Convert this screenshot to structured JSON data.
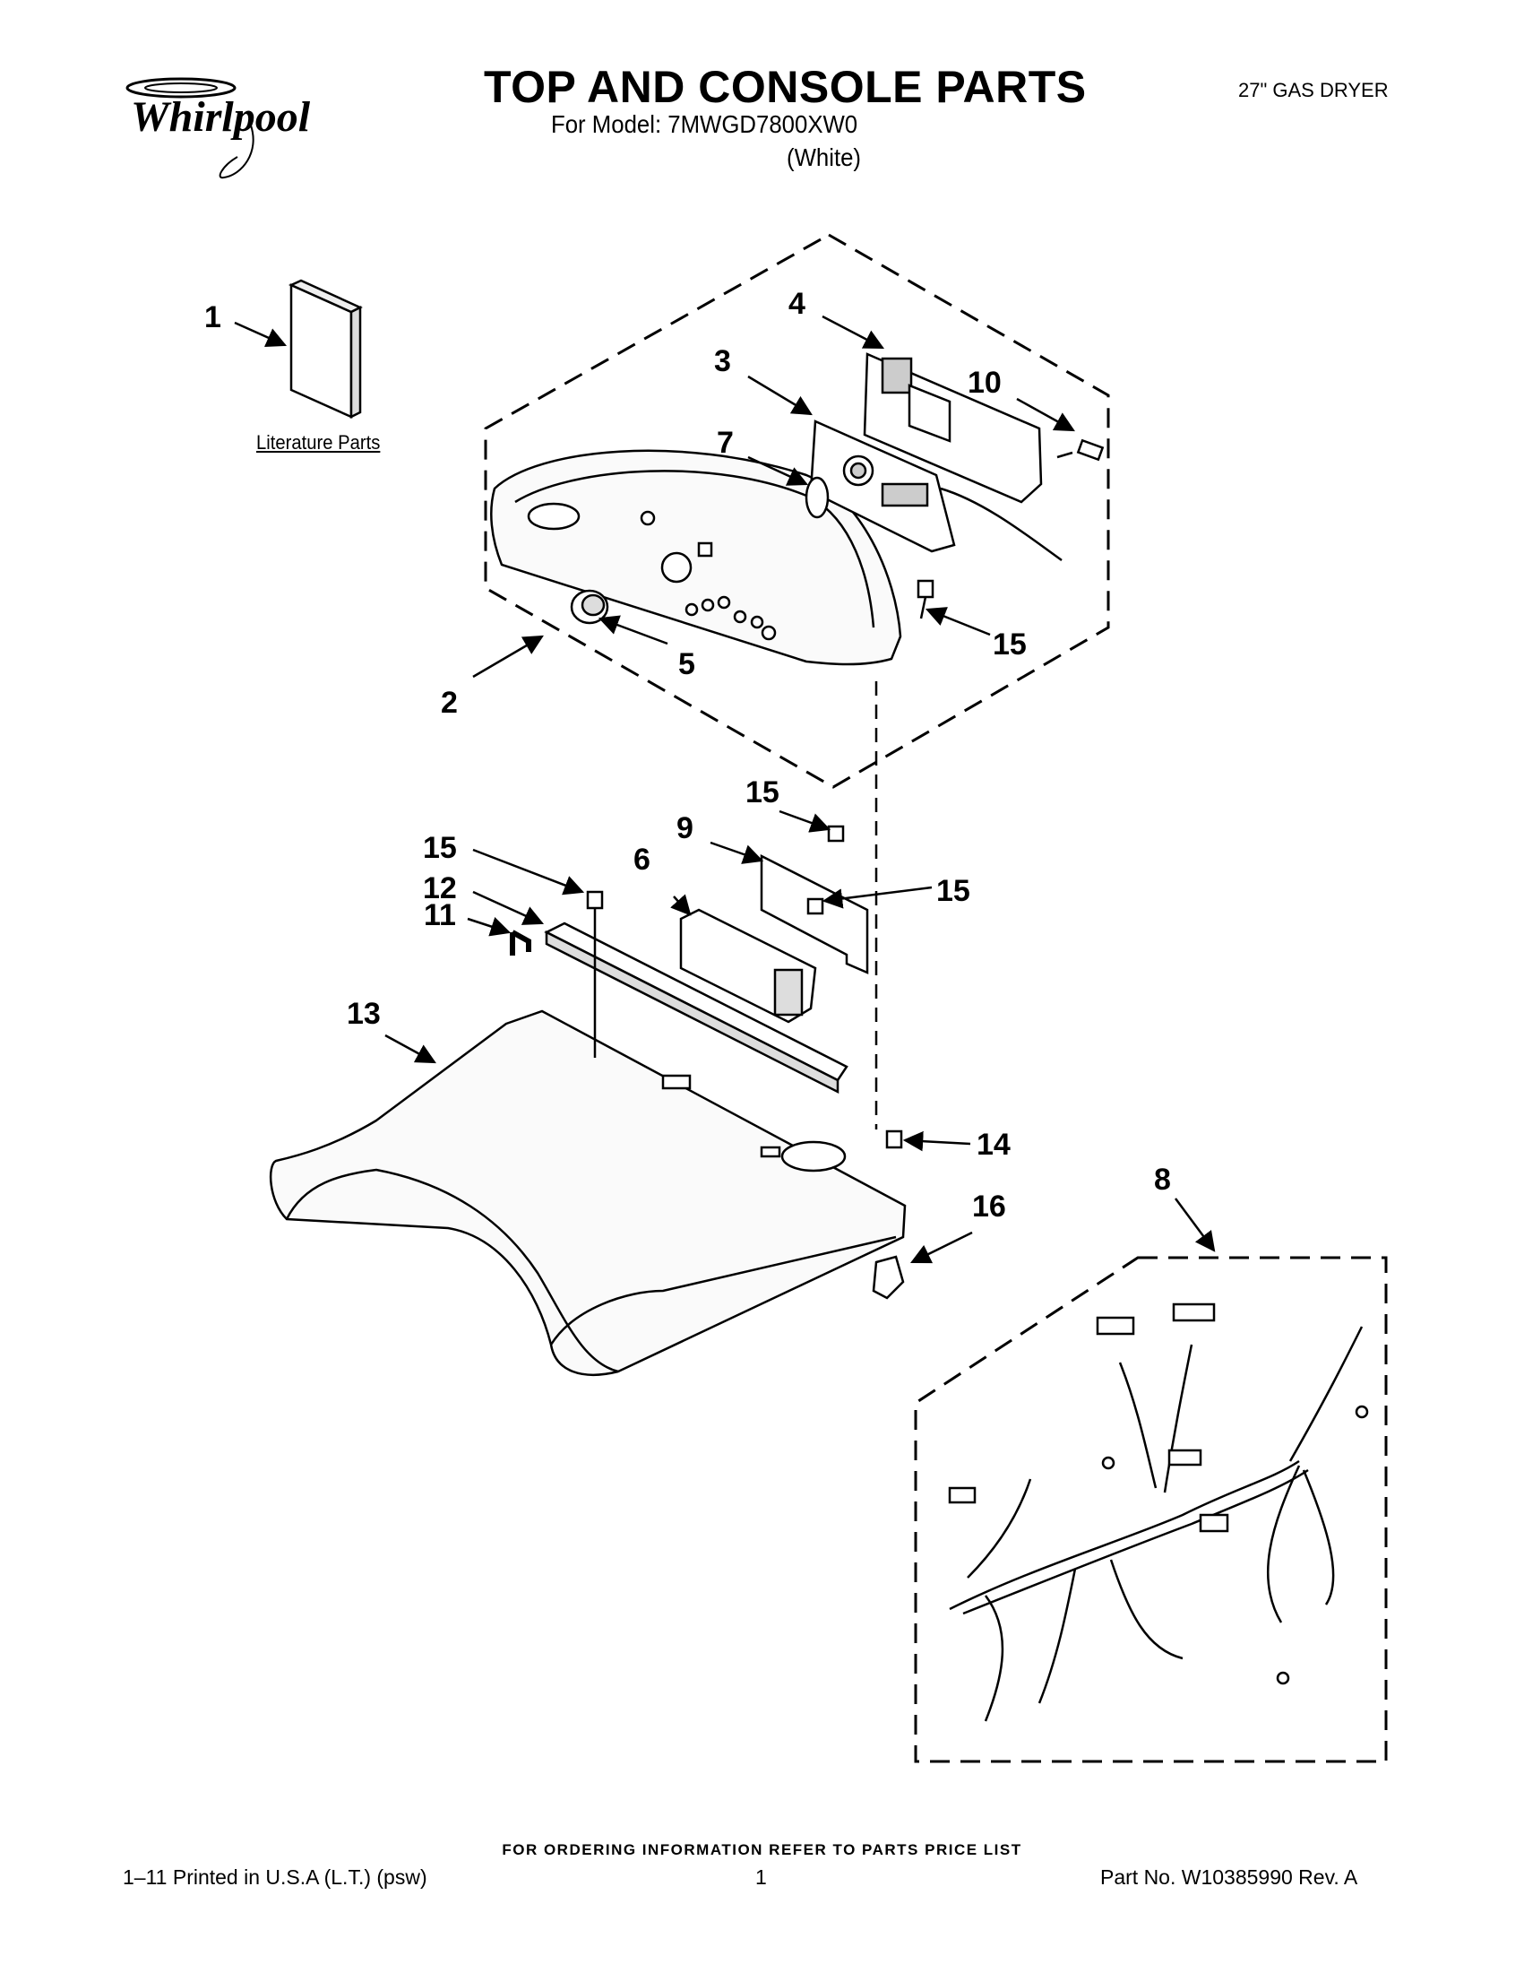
{
  "header": {
    "brand": "Whirlpool",
    "title": "TOP AND CONSOLE PARTS",
    "model_line": "For Model: 7MWGD7800XW0",
    "color_line": "(White)",
    "product_type": "27\" GAS DRYER"
  },
  "literature_label": "Literature Parts",
  "callouts": {
    "c1": "1",
    "c2": "2",
    "c3": "3",
    "c4": "4",
    "c5": "5",
    "c6": "6",
    "c7": "7",
    "c8": "8",
    "c9": "9",
    "c10": "10",
    "c11": "11",
    "c12": "12",
    "c13": "13",
    "c14": "14",
    "c15": "15",
    "c16": "16"
  },
  "footer": {
    "ordering_note": "FOR ORDERING INFORMATION REFER TO PARTS PRICE LIST",
    "print_info": "1–11 Printed in U.S.A (L.T.) (psw)",
    "page_number": "1",
    "part_number": "Part No. W10385990 Rev. A"
  }
}
